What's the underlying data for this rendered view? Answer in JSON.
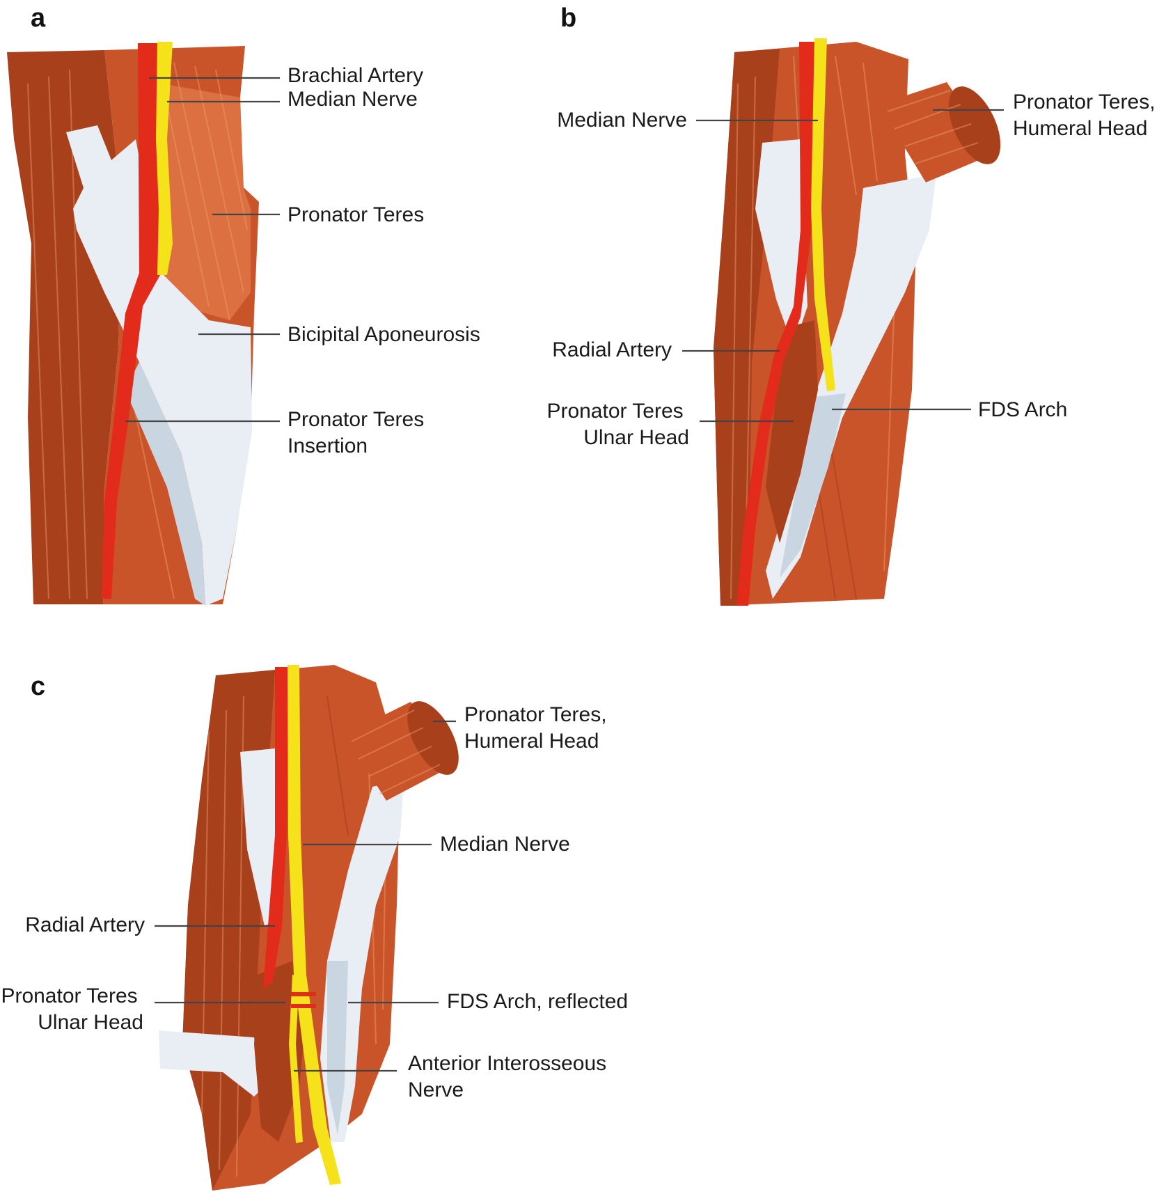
{
  "panels": [
    {
      "letter": "a",
      "labels": [
        [
          "Brachial Artery"
        ],
        [
          "Median Nerve"
        ],
        [
          "Pronator Teres"
        ],
        [
          "Bicipital Aponeurosis"
        ],
        [
          "Pronator Teres",
          "Insertion"
        ]
      ]
    },
    {
      "letter": "b",
      "labels": [
        [
          "Pronator Teres,",
          "Humeral Head"
        ],
        [
          "Median Nerve"
        ],
        [
          "Radial Artery"
        ],
        [
          "Pronator Teres",
          "Ulnar Head"
        ],
        [
          "FDS Arch"
        ]
      ]
    },
    {
      "letter": "c",
      "labels": [
        [
          "Pronator Teres,",
          "Humeral Head"
        ],
        [
          "Median Nerve"
        ],
        [
          "Radial Artery"
        ],
        [
          "Pronator Teres",
          "Ulnar Head"
        ],
        [
          "FDS Arch, reflected"
        ],
        [
          "Anterior Interosseous",
          "Nerve"
        ]
      ]
    }
  ],
  "colors": {
    "muscle": "#c9542a",
    "artery": "#e32b1c",
    "nerve": "#f6e21a",
    "tendon": "#e8eef4"
  }
}
